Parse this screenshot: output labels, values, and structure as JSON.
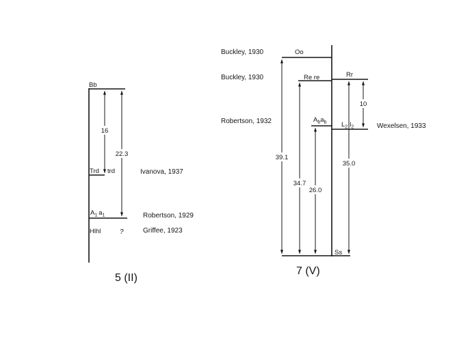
{
  "figure_5": {
    "caption": "5 (II)",
    "loci": {
      "bb": "Bb",
      "trd": "Trd",
      "trd_lower": "trd",
      "a1": "A",
      "a1_sub": "1",
      "a1_lower": "a",
      "a1_lower_sub": "1",
      "hihl": "Hlhl",
      "question": "?"
    },
    "distances": {
      "bb_trd": "16",
      "bb_a1": "22.3"
    },
    "citations": {
      "trd": "Ivanova, 1937",
      "a1": "Robertson, 1929",
      "hihl": "Griffee, 1923"
    }
  },
  "figure_7": {
    "caption": "7 (V)",
    "loci": {
      "oo": "Oo",
      "rere": "Re re",
      "rr": "Rr",
      "ab": "A",
      "ab_sub": "b",
      "ab_lower": "a",
      "ab_lower_sub": "b",
      "l2": "L",
      "l2_sub": "2",
      "l2_lower": "l",
      "l2_lower_sub": "2",
      "ss": "Ss"
    },
    "distances": {
      "oo_ss": "39.1",
      "rere_ss": "34.7",
      "ab_ss": "26.0",
      "rr_l2": "10",
      "rr_ss": "35.0"
    },
    "citations": {
      "oo": "Buckley, 1930",
      "rere": "Buckley, 1930",
      "ab": "Robertson, 1932",
      "l2": "Wexelsen, 1933"
    }
  }
}
